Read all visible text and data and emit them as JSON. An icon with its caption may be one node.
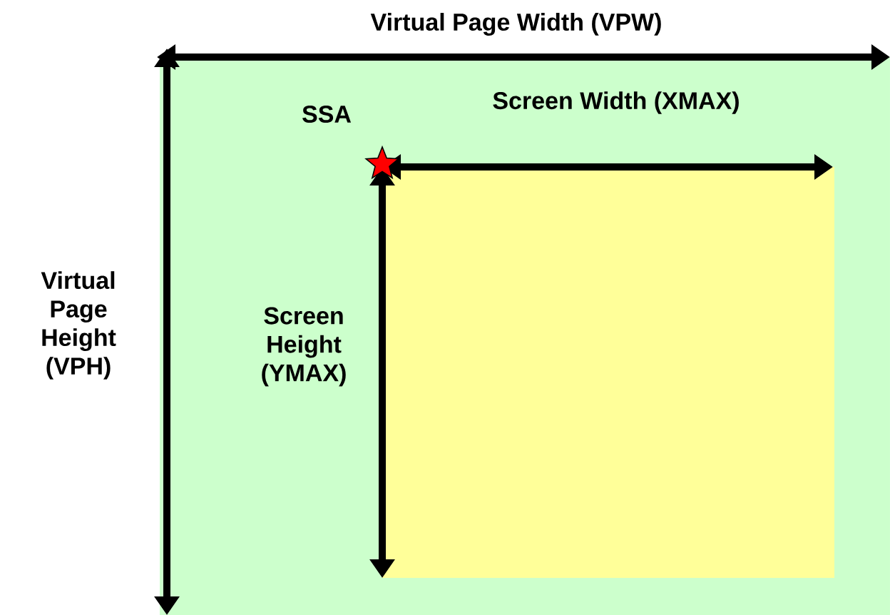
{
  "diagram": {
    "labels": [
      "Virtual Page Width (VPW)",
      "SSA",
      "Screen Width (XMAX)",
      "Virtual Page Height (VPH)",
      "Screen Height (YMAX)"
    ]
  }
}
